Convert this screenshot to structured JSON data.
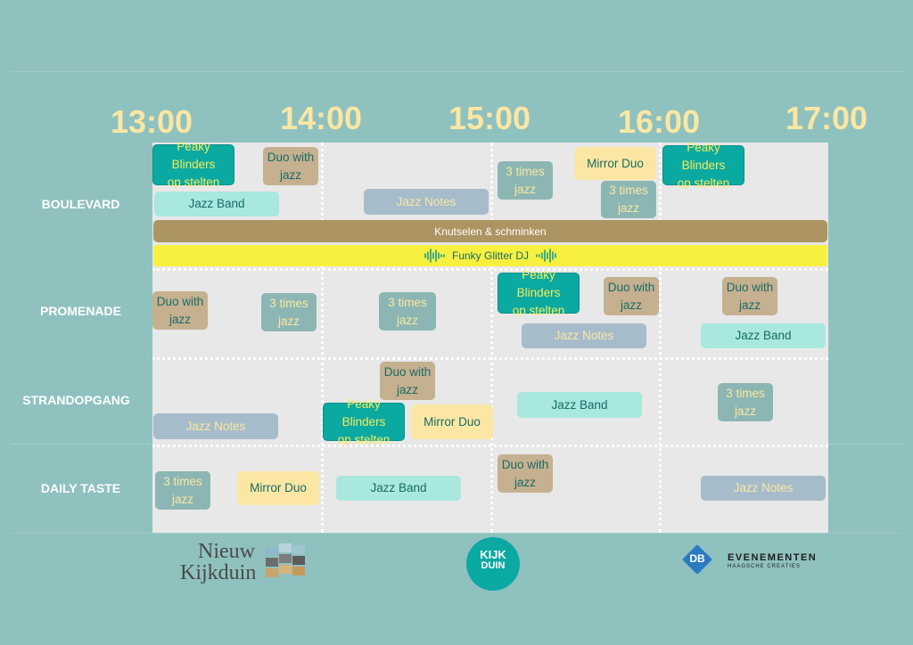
{
  "times": [
    "13:00",
    "14:00",
    "15:00",
    "16:00",
    "17:00"
  ],
  "rows": [
    "BOULEVARD",
    "PROMENADE",
    "STRANDOPGANG",
    "DAILY TASTE"
  ],
  "acts": {
    "peaky": "Peaky Blinders\nop stelten",
    "duo": "Duo with\njazz",
    "three_times": "3 times\njazz",
    "jazz_band": "Jazz Band",
    "jazz_notes": "Jazz Notes",
    "mirror_duo": "Mirror Duo",
    "knutselen": "Knutselen & schminken",
    "funky": "Funky Glitter DJ"
  },
  "logos": {
    "nieuw_line1": "Nieuw",
    "nieuw_line2": "Kijkduin",
    "kijkduin_a": "KIJK",
    "kijkduin_b": "DUIN",
    "db_mark": "DB",
    "db_title": "EVENEMENTEN",
    "db_subtitle": "HAAGSCHE CREATIES"
  },
  "colors": {
    "background": "#8fc1bf",
    "grid": "#e8e8e8",
    "time_labels": "#fbe7a3",
    "peaky": "#0aa9a2",
    "duo": "#c5b08f",
    "three_times": "#8cb6b3",
    "jazz_band": "#a8e8de",
    "jazz_notes": "#a6bccb",
    "mirror_duo": "#fbe7a3",
    "knutselen": "#ac9463",
    "funky": "#f8f03e"
  }
}
